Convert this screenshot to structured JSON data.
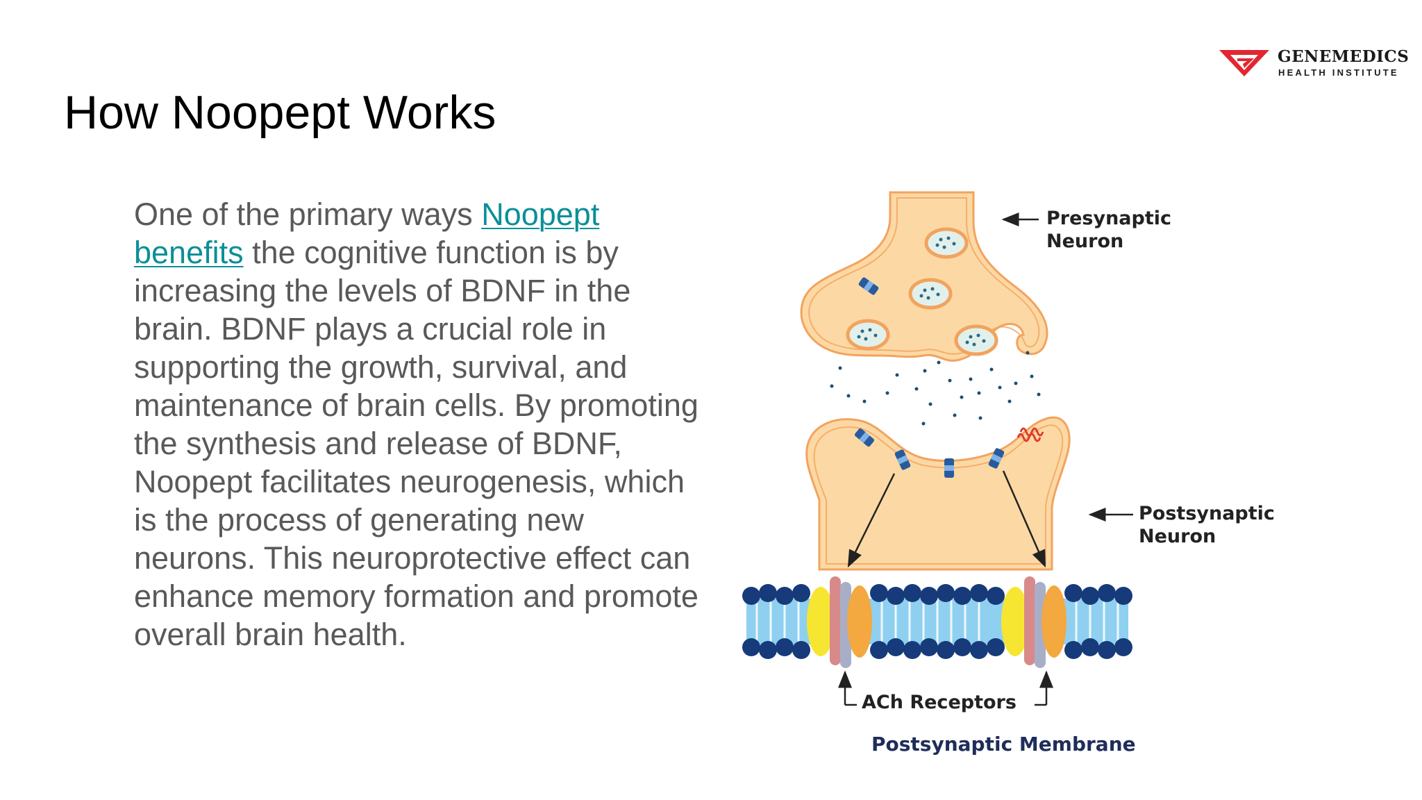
{
  "slide": {
    "title": "How Noopept Works"
  },
  "logo": {
    "name": "GENEMEDICS",
    "subtitle": "HEALTH INSTITUTE",
    "brand_color": "#e3262f"
  },
  "body": {
    "text_before_link": "One of the primary ways ",
    "link_text": "Noopept benefits",
    "text_after_link": " the cognitive function is by increasing the levels of BDNF in the brain. BDNF plays a crucial role in supporting the growth, survival, and maintenance of brain cells. By promoting the synthesis and release of BDNF, Noopept facilitates neurogenesis, which is the process of generating new neurons. This neuroprotective effect can enhance memory formation and promote overall brain health.",
    "text_color": "#595959",
    "link_color": "#0b8f98"
  },
  "diagram": {
    "labels": {
      "presynaptic_line1": "Presynaptic",
      "presynaptic_line2": "Neuron",
      "postsynaptic_line1": "Postsynaptic",
      "postsynaptic_line2": "Neuron",
      "receptors": "ACh Receptors",
      "membrane": "Postsynaptic Membrane"
    },
    "colors": {
      "neuron_fill": "#fcd9a4",
      "neuron_stroke": "#f2a35e",
      "membrane_head": "#173a7a",
      "membrane_tail": "#8fd0f0",
      "receptor_blue": "#2a5a9e",
      "vesicle_dots": "#2c6a86"
    }
  }
}
